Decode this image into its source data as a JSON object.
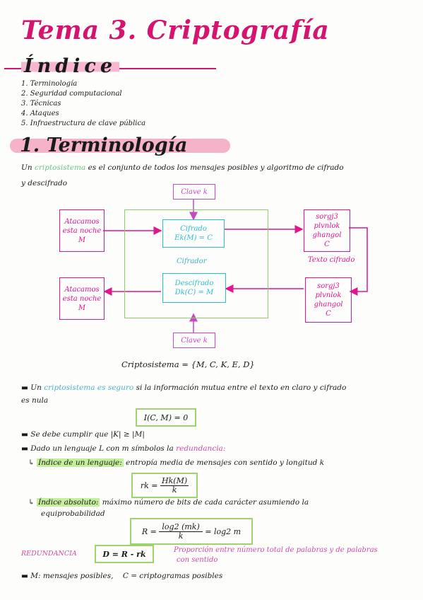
{
  "title": "Tema 3. Criptografía",
  "index": {
    "heading": "Índice",
    "items": [
      "1. Terminología",
      "2. Seguridad computacional",
      "3. Técnicas",
      "4. Ataques",
      "5. Infraestructura de clave pública"
    ]
  },
  "section1": {
    "title": "1. Terminología",
    "intro_prefix": "Un",
    "intro_term": "criptosistema",
    "intro_suffix": "es el conjunto de todos los mensajes posibles y algoritmo de cifrado",
    "intro_line2": "y descifrado"
  },
  "diagram": {
    "key_top": "Clave k",
    "key_bottom": "Clave k",
    "attacker_top": [
      "Atacamos",
      "esta noche",
      "M"
    ],
    "attacker_bottom": [
      "Atacamos",
      "esta noche",
      "M"
    ],
    "encrypt": [
      "Cifrado",
      "Ek(M) = C"
    ],
    "decrypt": [
      "Descifrado",
      "Dk(C) = M"
    ],
    "cipher_label": "Cifrador",
    "cipher_top": [
      "sorgj3",
      "plvnlok",
      "ghangol",
      "C"
    ],
    "cipher_bottom": [
      "sorgj3",
      "plvnlok",
      "ghangol",
      "C"
    ],
    "ciphertext_label": "Texto cifrado"
  },
  "cryptosystem_formula": "Criptosistema = {M, C, K, E, D}",
  "notes": {
    "secure_prefix": "Un",
    "secure_term": "criptosistema es seguro",
    "secure_suffix": "si la información mutua entre el texto en claro y cifrado",
    "secure_line2": "es nula",
    "mutual_info": "I(C, M) = 0",
    "keys_line": "Se debe cumplir que |K| ≥ |M|",
    "redundancy_prefix": "Dado un lenguaje L con m símbolos la",
    "redundancy_term": "redundancia:",
    "index_lang_term": "Índice de un lenguaje:",
    "index_lang_text": "entropía media de mensajes con sentido y longitud k",
    "rk_lhs": "rk =",
    "rk_num": "Hk(M)",
    "rk_den": "k",
    "abs_term": "Índice absoluto:",
    "abs_text": "máximo número de bits de cada carácter asumiendo la",
    "abs_line2": "equiprobabilidad",
    "R_lhs": "R =",
    "R_num": "log2 (mk)",
    "R_den": "k",
    "R_rhs": "= log2 m",
    "redundancy_label": "REDUNDANCIA",
    "D_formula": "D = R - rk",
    "D_text_1": "Proporción entre número total de palabras y de palabras",
    "D_text_2": "con sentido",
    "last_line": "M: mensajes posibles,    C = criptogramas posibles"
  },
  "colors": {
    "title": "#d4146e",
    "highlight": "#f4b3c9",
    "green": "#8ccf6a",
    "cyan": "#29bfcf",
    "magenta": "#e0168f",
    "violet": "#c44cc0"
  }
}
